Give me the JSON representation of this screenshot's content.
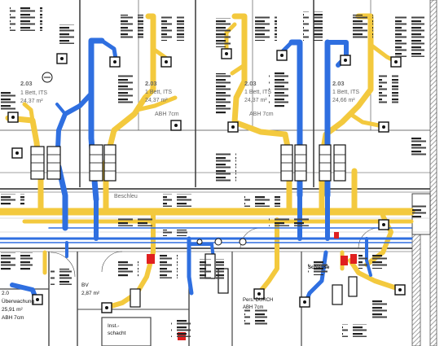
{
  "colors": {
    "supply": "#2f6fe0",
    "exhaust": "#f3c93e",
    "fire_damper": "#e02020",
    "wall": "#444444",
    "hatch": "#8a8a8a"
  },
  "rooms": [
    {
      "id": "r1",
      "num": "2.03",
      "line2": "1 Bett, ITS",
      "line3": "24,37 m²"
    },
    {
      "id": "r2",
      "num": "2.03",
      "line2": "1 Bett, ITS",
      "line3": "24,37 m²",
      "line4": "ABH 7cm"
    },
    {
      "id": "r3",
      "num": "2.03",
      "line2": "1 Bett, ITS",
      "line3": "24,37 m²",
      "line4": "ABH 7cm"
    },
    {
      "id": "r4",
      "num": "2.03",
      "line2": "1 Bett, ITS",
      "line3": "24,66 m²"
    }
  ],
  "labels": {
    "corridor_mid": "Beschleu",
    "ueberwachung_line1": "2.0",
    "ueberwachung_line2": "Überwachung",
    "ueberwachung_line3": "25,91 m²",
    "ueberwachung_line4": "ABH 7cm",
    "room_left_area": "2,87 m²",
    "room_left_code": "BV",
    "schacht_line1": "Inst.-",
    "schacht_line2": "schacht",
    "pers_line1": "Pers. DURCH",
    "pers_line2": "ABH 7cm",
    "room_bottom_right": "Schleuse"
  }
}
